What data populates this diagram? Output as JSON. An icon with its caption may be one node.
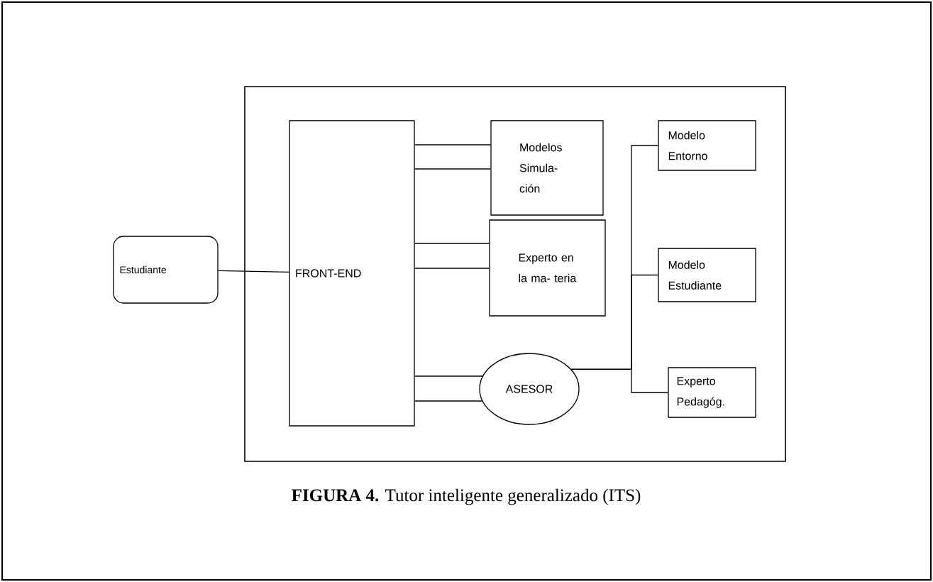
{
  "diagram": {
    "caption": "**FIGURA 4.** Tutor inteligente generalizado (ITS)",
    "nodes": [
      {
        "text": [],
        "shape": "box"
      },
      {
        "text": [
          "Estudiante"
        ]
      },
      {
        "text": [
          "FRONT-END"
        ],
        "in": 0
      },
      {
        "text": [
          "Modelos Simula- ción"
        ],
        "in": 0
      },
      {
        "text": [
          "Experto en la ma- teria"
        ],
        "in": 0
      },
      {
        "text": [
          "ASESOR"
        ],
        "in": 0
      },
      {
        "text": [
          "Modelo Entorno"
        ],
        "in": 0
      },
      {
        "text": [
          "Modelo Estudiante"
        ],
        "in": 0
      },
      {
        "text": [
          "Experto Pedagóg."
        ],
        "in": 0
      }
    ],
    "edges": [
      {
        "from": 1,
        "to": 2,
        "arrow": "none"
      },
      {
        "from": 2,
        "to": 3,
        "arrow": "none"
      },
      {
        "from": 2,
        "to": 3,
        "arrow": "none"
      },
      {
        "from": 2,
        "to": 4,
        "arrow": "none"
      },
      {
        "from": 2,
        "to": 4,
        "arrow": "none"
      },
      {
        "from": 2,
        "to": 5,
        "arrow": "none"
      },
      {
        "from": 2,
        "to": 5,
        "arrow": "none"
      },
      {
        "from": 5,
        "to": 6,
        "arrow": "none"
      },
      {
        "from": 5,
        "to": 7,
        "arrow": "none"
      },
      {
        "from": 5,
        "to": 8,
        "arrow": "none"
      }
    ]
  }
}
